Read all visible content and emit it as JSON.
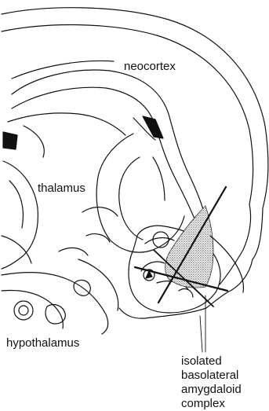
{
  "labels": {
    "neocortex": "neocortex",
    "thalamus": "thalamus",
    "hypothalamus": "hypothalamus",
    "amygdala": [
      "isolated",
      "basolateral",
      "amygdaloid",
      "complex"
    ]
  },
  "colors": {
    "line": "#111111",
    "stipple": "#666666",
    "background": "#ffffff"
  }
}
